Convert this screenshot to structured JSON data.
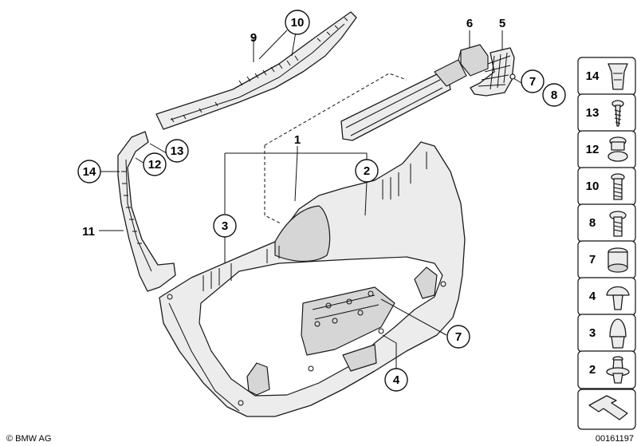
{
  "callouts": [
    {
      "id": "c-1",
      "text": "1",
      "circled": false
    },
    {
      "id": "c-2",
      "text": "2",
      "circled": true
    },
    {
      "id": "c-3",
      "text": "3",
      "circled": true
    },
    {
      "id": "c-4",
      "text": "4",
      "circled": true
    },
    {
      "id": "c-5",
      "text": "5",
      "circled": false
    },
    {
      "id": "c-6",
      "text": "6",
      "circled": false
    },
    {
      "id": "c-7a",
      "text": "7",
      "circled": true
    },
    {
      "id": "c-7b",
      "text": "7",
      "circled": true
    },
    {
      "id": "c-8",
      "text": "8",
      "circled": true
    },
    {
      "id": "c-9",
      "text": "9",
      "circled": false
    },
    {
      "id": "c-10",
      "text": "10",
      "circled": true
    },
    {
      "id": "c-11",
      "text": "11",
      "circled": false
    },
    {
      "id": "c-12",
      "text": "12",
      "circled": true
    },
    {
      "id": "c-13",
      "text": "13",
      "circled": true
    },
    {
      "id": "c-14",
      "text": "14",
      "circled": true
    }
  ],
  "legend": [
    "14",
    "13",
    "12",
    "10",
    "8",
    "7",
    "4",
    "3",
    "2"
  ],
  "footer": {
    "copyright": "© BMW AG",
    "diagram_number": "00161197"
  }
}
